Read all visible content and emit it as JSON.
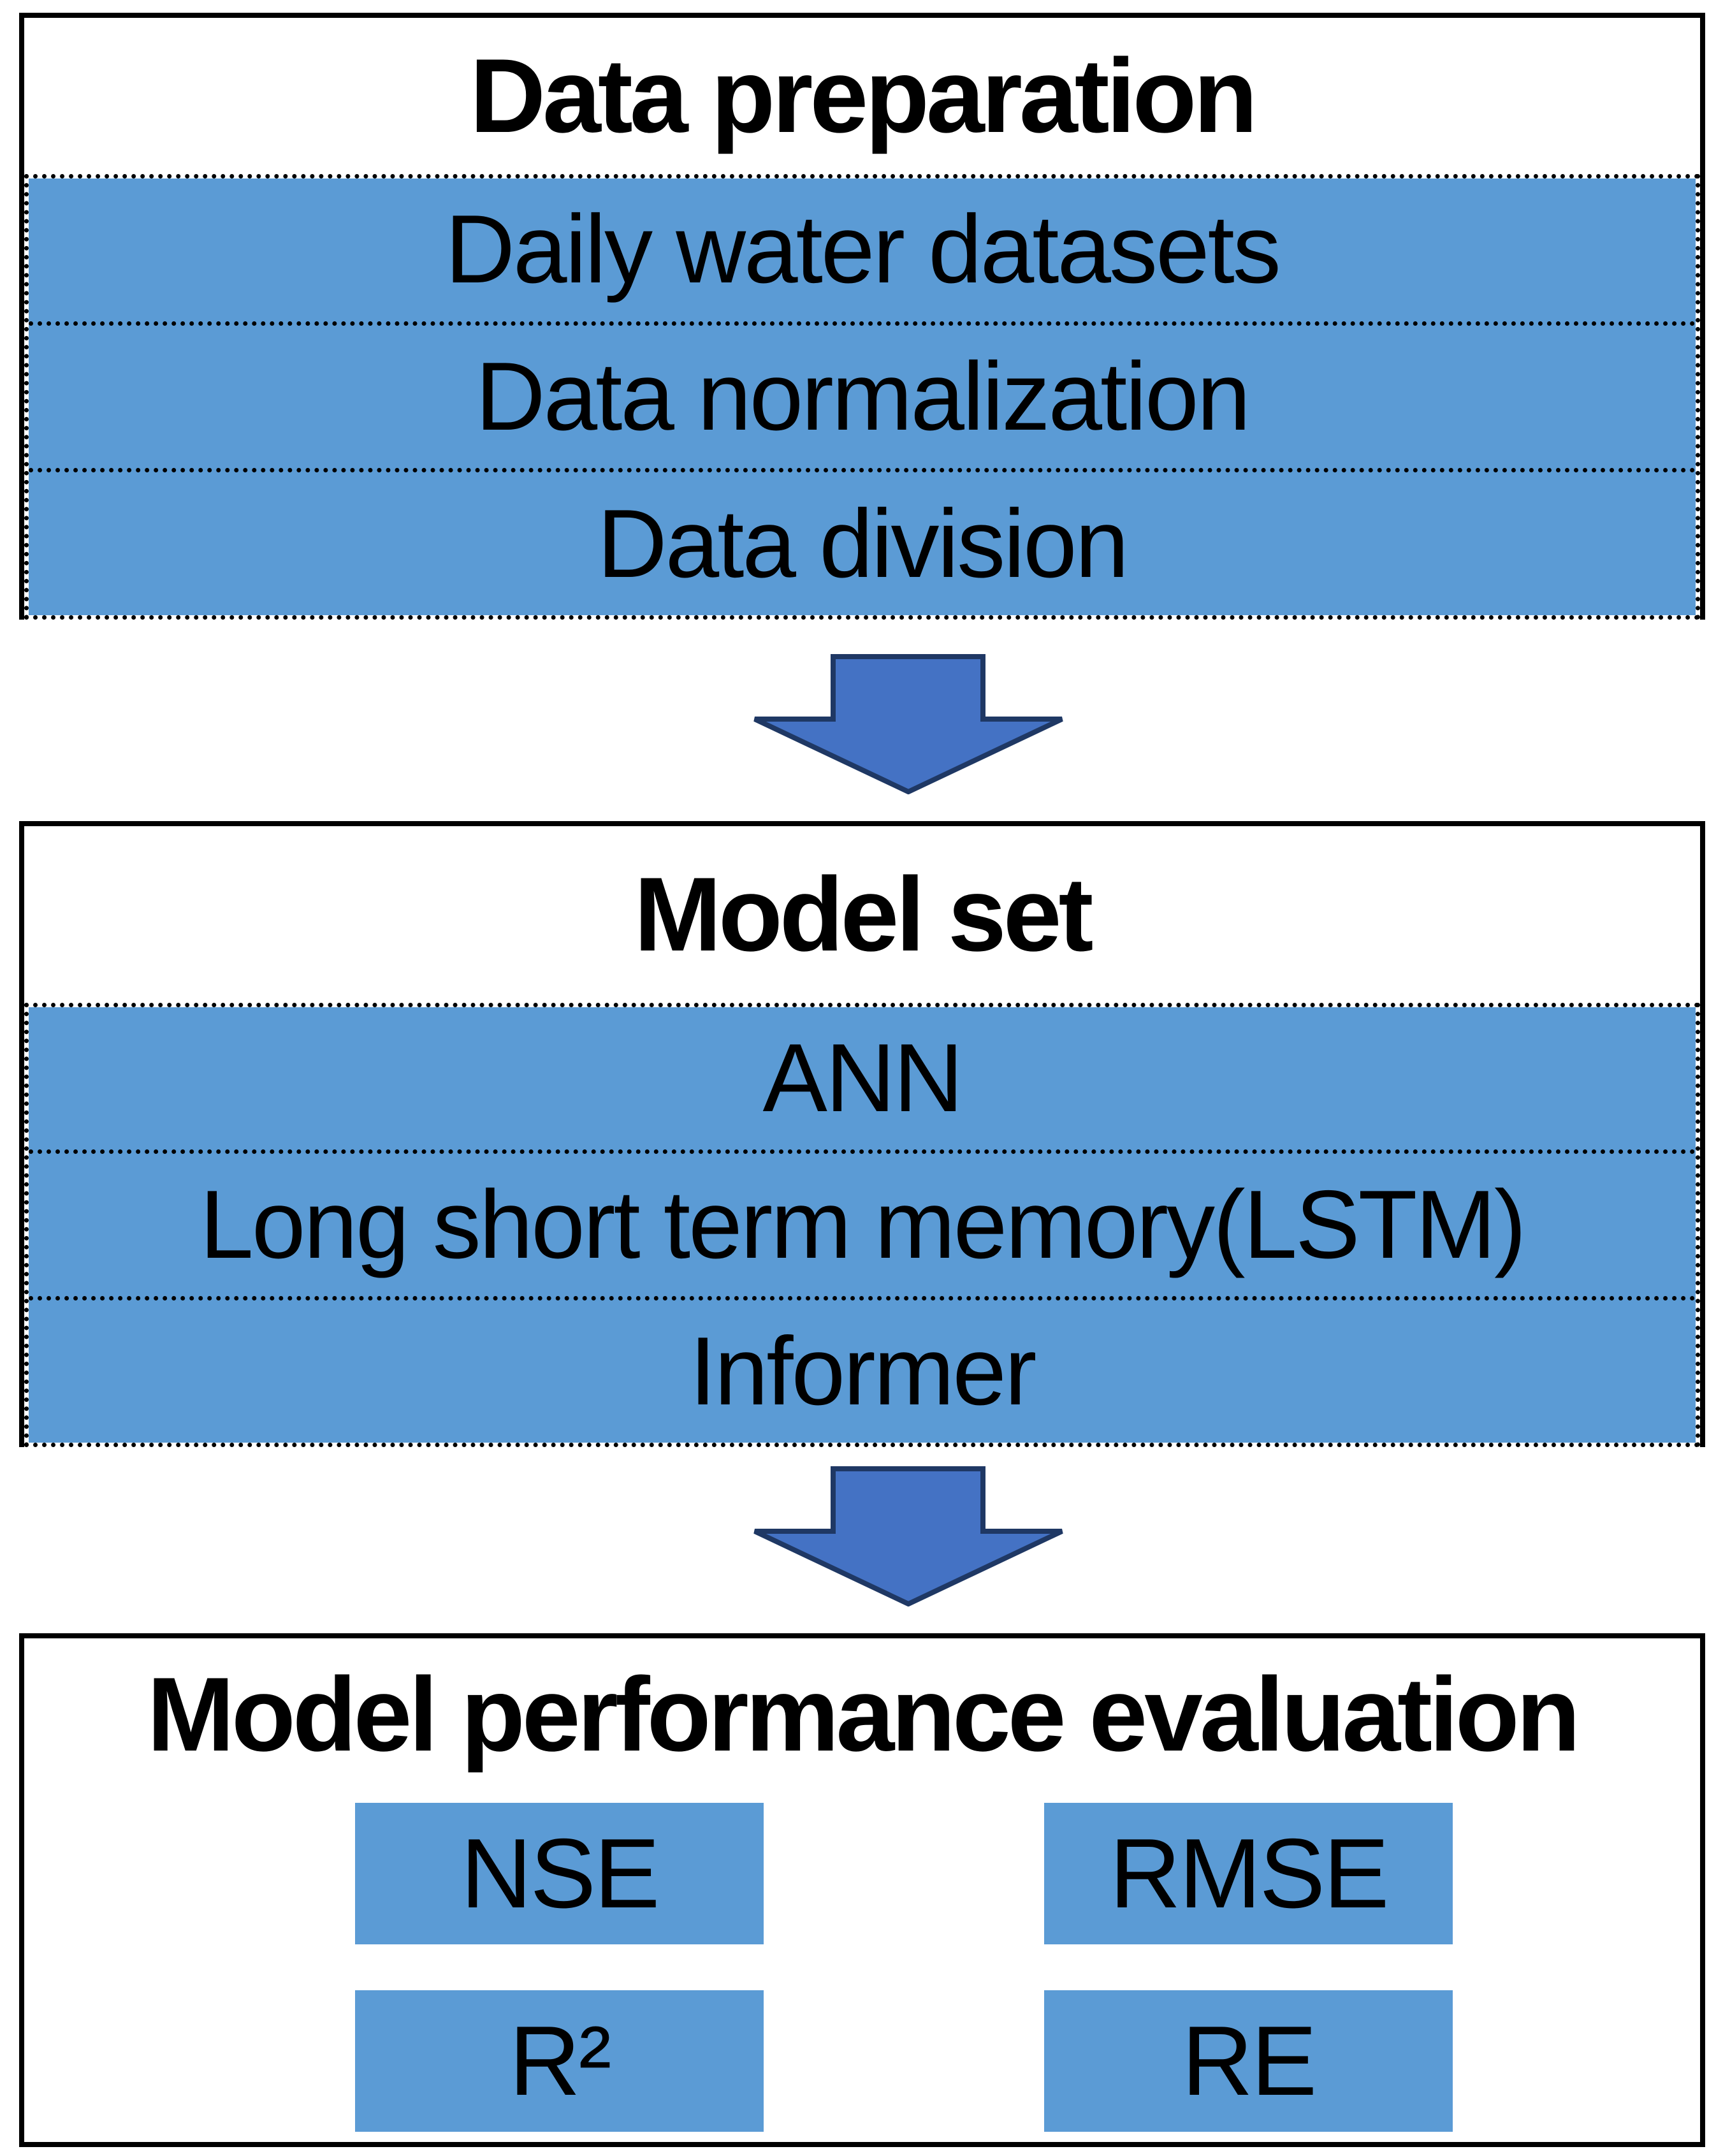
{
  "colors": {
    "row_blue": "#5B9BD5",
    "arrow_fill": "#4472C4",
    "arrow_outline": "#1F3864",
    "outline": "#000000",
    "text": "#000000",
    "background": "#FFFFFF"
  },
  "panels": [
    {
      "title": "Data preparation",
      "rows": [
        "Daily water datasets",
        "Data normalization",
        "Data division"
      ]
    },
    {
      "title": "Model set",
      "rows": [
        "ANN",
        "Long short term memory(LSTM)",
        "Informer"
      ]
    },
    {
      "title": "Model performance evaluation",
      "metrics": [
        "NSE",
        "RMSE",
        "R²",
        "RE"
      ]
    }
  ],
  "icons": {
    "arrow": "down-arrow"
  }
}
